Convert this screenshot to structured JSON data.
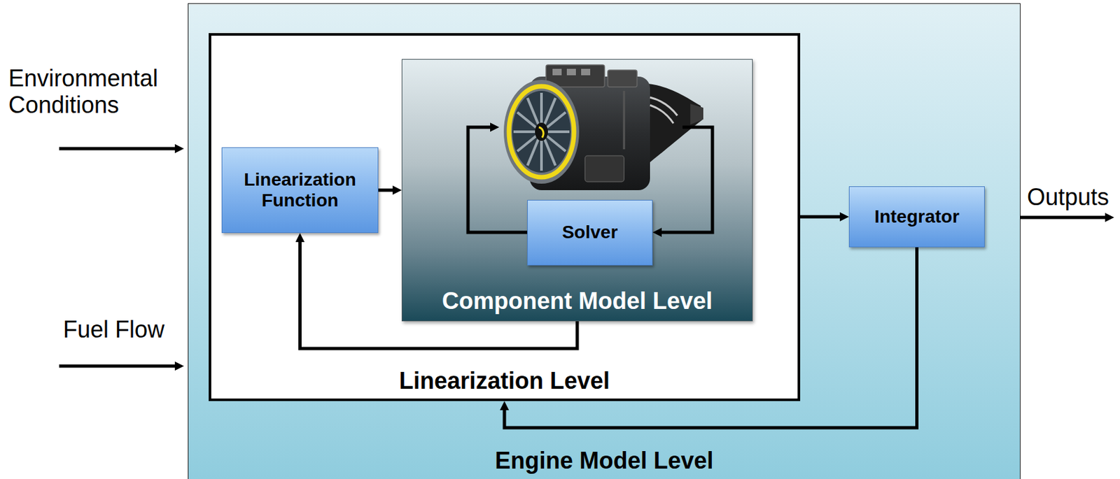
{
  "diagram": {
    "nodes": [
      {
        "text": [
          "Engine Model Level"
        ]
      },
      {
        "text": [
          "Linearization Level"
        ],
        "in": 0
      },
      {
        "text": [
          "Linearization Function"
        ],
        "in": 1
      },
      {
        "text": [
          "Component Model Level"
        ],
        "in": 1
      },
      {
        "text": [
          "Solver"
        ],
        "in": 3
      },
      {
        "text": [
          "Integrator"
        ],
        "in": 0
      }
    ],
    "edges": [
      {
        "from": 2,
        "to": 3,
        "arrow": "to"
      },
      {
        "from": 3,
        "to": 2,
        "arrow": "to"
      },
      {
        "from": 1,
        "to": 5,
        "arrow": "to"
      },
      {
        "from": 5,
        "to": 1,
        "arrow": "to"
      }
    ],
    "labels": [
      "Environmental Conditions",
      "Fuel Flow",
      "Outputs"
    ]
  }
}
